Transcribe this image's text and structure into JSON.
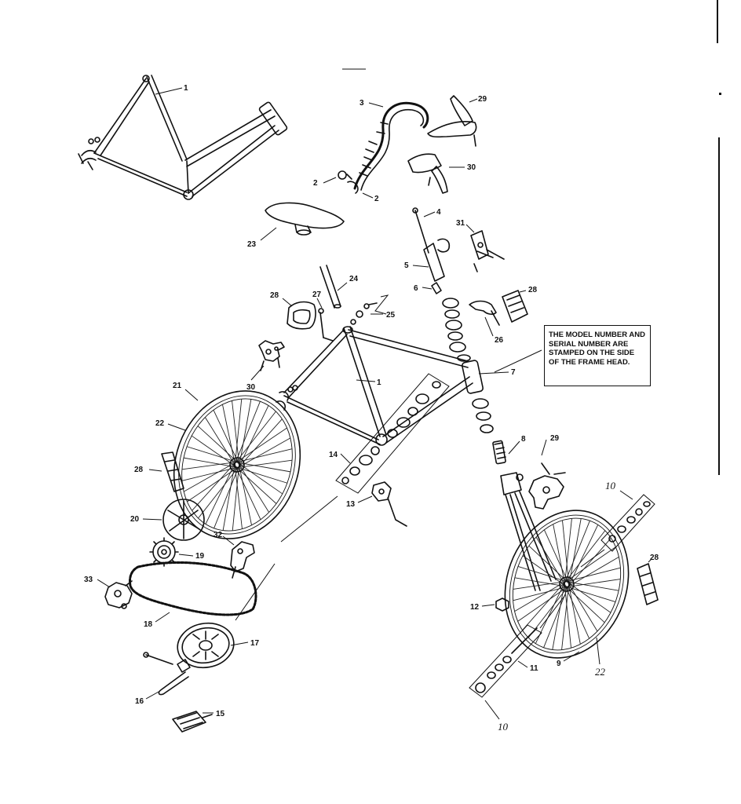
{
  "note": "THE MODEL NUMBER AND SERIAL NUMBER ARE STAMPED ON THE SIDE OF THE FRAME HEAD.",
  "labels": {
    "frame_top": "1",
    "frame_main": "1",
    "handlebar_stem_bolt": "2",
    "handlebar_stem": "2",
    "handlebar": "3",
    "expander_bolt": "4",
    "stem": "5",
    "stem_wedge": "6",
    "headset": "7",
    "fork": "8",
    "front_wheel": "9",
    "front_hub_parts": "10",
    "front_hub_parts_lower": "10",
    "front_axle_parts": "11",
    "axle_nut": "12",
    "kickstand": "13",
    "bottom_bracket": "14",
    "pedal": "15",
    "crank_arm": "16",
    "chainwheel": "17",
    "chain": "18",
    "freewheel": "19",
    "spoke_protector": "20",
    "rear_wheel": "21",
    "rear_rim": "22",
    "front_rim": "22",
    "saddle": "23",
    "seat_post": "24",
    "seat_clamp_bolts": "25",
    "front_reflector_bracket": "26",
    "seat_post_clamp": "27",
    "reflector_seat": "28",
    "reflector_front": "28",
    "reflector_rear_wheel": "28",
    "reflector_front_wheel": "28",
    "brake_lever_top": "29",
    "front_brake": "29",
    "brake_lever_lower": "30",
    "rear_brake": "30",
    "shift_lever": "31",
    "rear_derailleur_shifter": "32",
    "rear_derailleur": "33"
  }
}
